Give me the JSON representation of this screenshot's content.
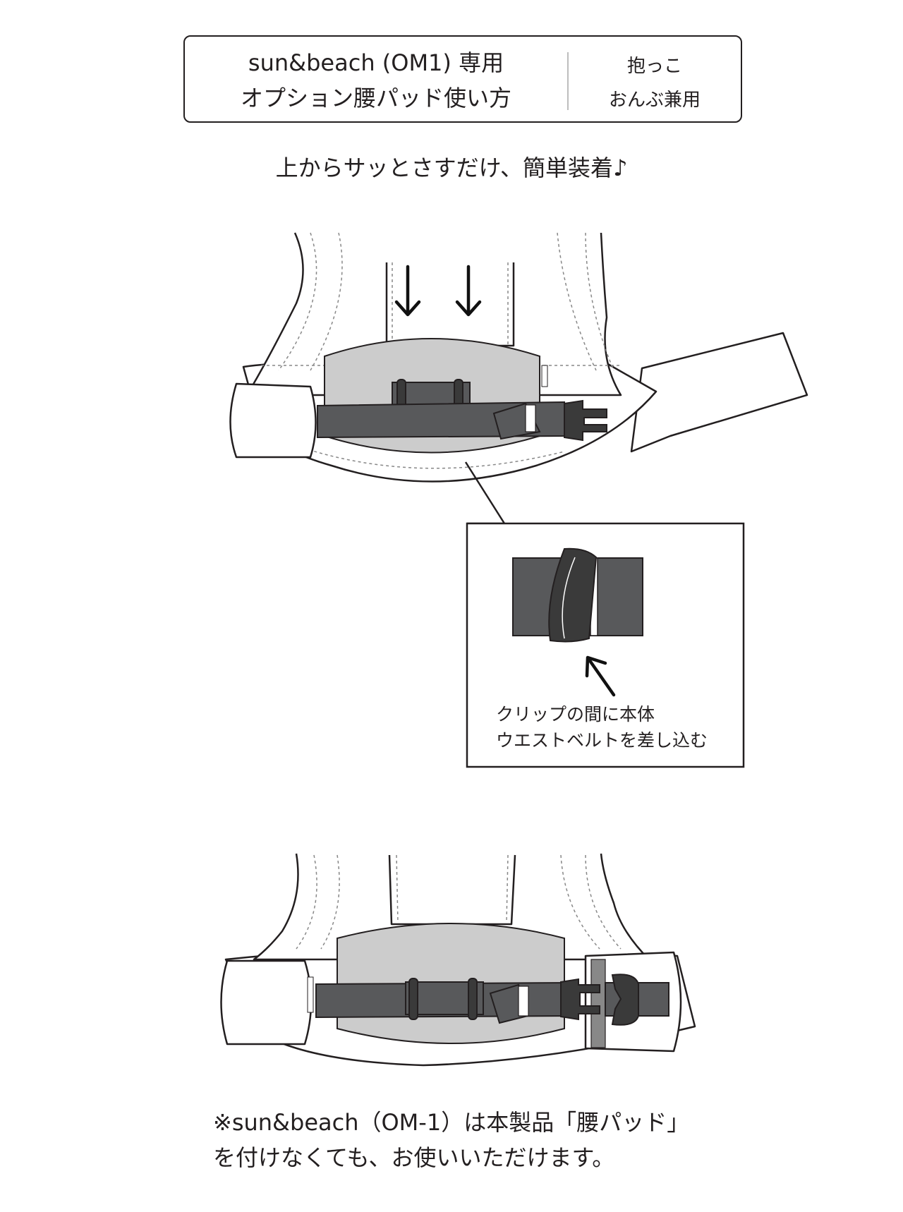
{
  "header": {
    "title_line1": "sun&beach (OM1) 専用",
    "title_line2": "オプション腰パッド使い方",
    "side_line1": "抱っこ",
    "side_line2": "おんぶ兼用"
  },
  "subtitle": "上からサッとさすだけ、簡単装着♪",
  "callout": {
    "line1": "クリップの間に本体",
    "line2": "ウエストベルトを差し込む"
  },
  "note": {
    "line1": "※sun&beach（OM-1）は本製品「腰パッド」",
    "line2": "を付けなくても、お使いいただけます。"
  },
  "colors": {
    "outline": "#231f20",
    "pad": "#cccccc",
    "belt": "#58595b",
    "dark_belt": "#3a3a3a"
  }
}
